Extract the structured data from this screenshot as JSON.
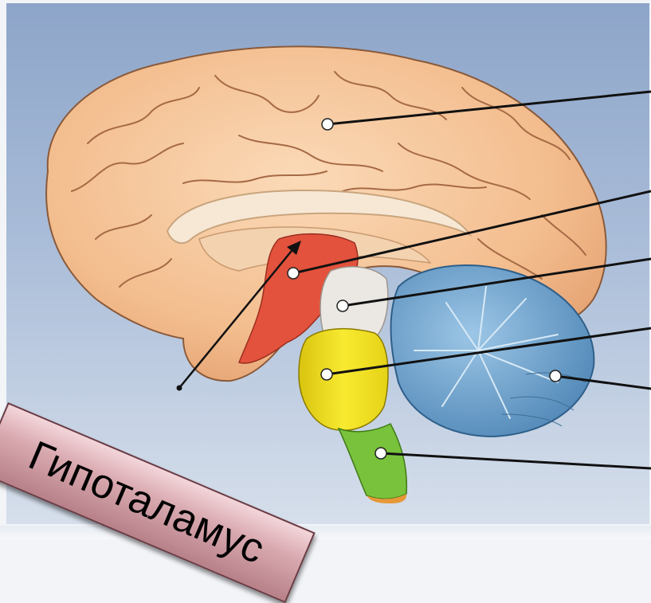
{
  "label": {
    "text": "Гипоталамус"
  },
  "colors": {
    "cerebrum": "#f6c79d",
    "cerebrum_outline": "#8a5a3a",
    "hypothalamus_region": "#e2523c",
    "midbrain": "#e8e4de",
    "pons": "#f2e11c",
    "medulla": "#79c23c",
    "cerebellum": "#6fa4cf",
    "pointer_line": "#111111",
    "label_box": "#d9a9b0"
  },
  "pointers": [
    {
      "name": "cerebrum-pointer"
    },
    {
      "name": "diencephalon-pointer"
    },
    {
      "name": "midbrain-pointer"
    },
    {
      "name": "pons-pointer"
    },
    {
      "name": "cerebellum-pointer"
    },
    {
      "name": "medulla-pointer"
    }
  ]
}
